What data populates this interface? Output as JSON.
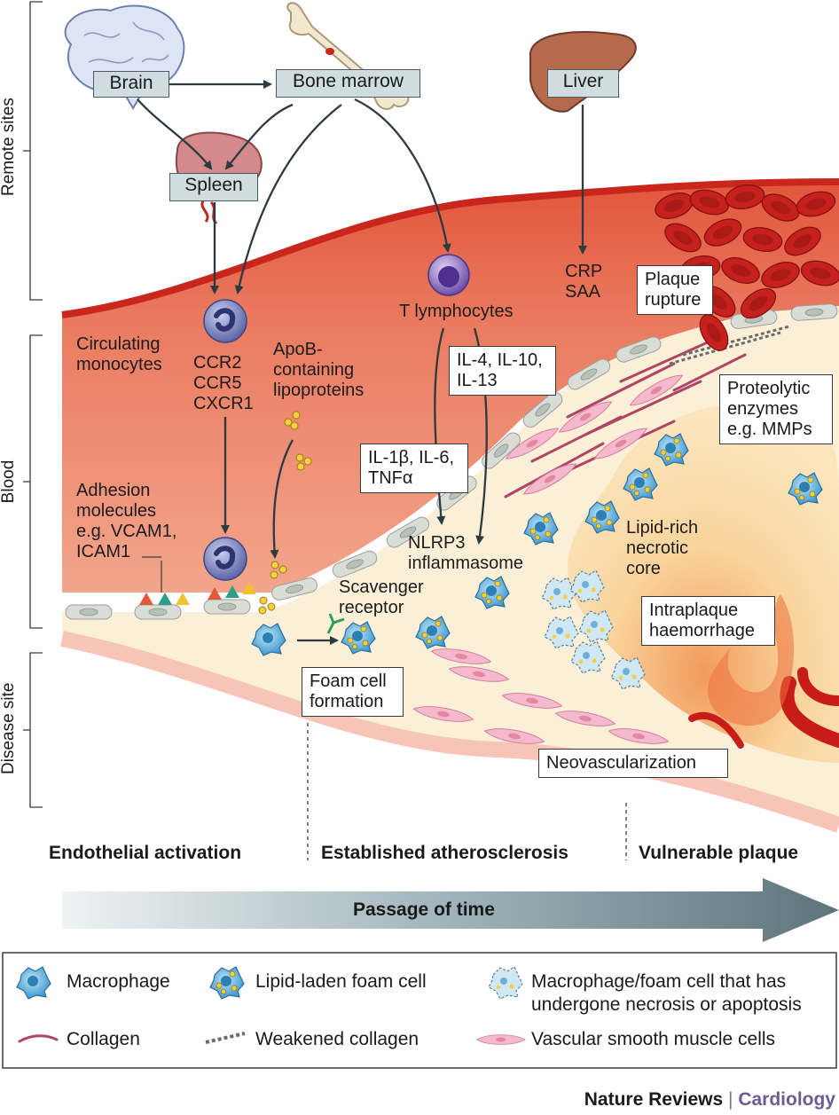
{
  "sites": {
    "remote": "Remote sites",
    "blood": "Blood",
    "disease": "Disease site"
  },
  "organs": {
    "brain": "Brain",
    "bone_marrow": "Bone marrow",
    "liver": "Liver",
    "spleen": "Spleen"
  },
  "labels": {
    "circulating_monocytes": "Circulating\nmonocytes",
    "receptors": "CCR2\nCCR5\nCXCR1",
    "apob": "ApoB-\ncontaining\nlipoproteins",
    "t_lymphocytes": "T lymphocytes",
    "crp_saa": "CRP\nSAA",
    "adhesion": "Adhesion\nmolecules\ne.g. VCAM1,\nICAM1",
    "scavenger": "Scavenger\nreceptor",
    "nlrp3": "NLRP3\ninflammasome",
    "lipid_core": "Lipid-rich\nnecrotic\ncore"
  },
  "boxes": {
    "plaque_rupture": "Plaque\nrupture",
    "anti_cytokines": "IL-4, IL-10,\nIL-13",
    "pro_cytokines": "IL-1β, IL-6,\nTNFα",
    "proteolytic": "Proteolytic\nenzymes\ne.g. MMPs",
    "intraplaque": "Intraplaque\nhaemorrhage",
    "foam_formation": "Foam cell\nformation",
    "neovascularization": "Neovascularization"
  },
  "stages": [
    "Endothelial activation",
    "Established atherosclerosis",
    "Vulnerable plaque"
  ],
  "time_arrow": "Passage of time",
  "legend": {
    "macrophage": "Macrophage",
    "foam_cell": "Lipid-laden foam cell",
    "necrotic": "Macrophage/foam cell that has\nundergone necrosis or apoptosis",
    "collagen": "Collagen",
    "weak_collagen": "Weakened collagen",
    "vsmc": "Vascular smooth muscle cells"
  },
  "credit": {
    "journal": "Nature Reviews",
    "separator": "|",
    "section": "Cardiology"
  },
  "colors": {
    "blood": "#e8765b",
    "blood_dark": "#d4442c",
    "plaque": "#fdf0d9",
    "cell_blue": "#4aa4d6",
    "vsmc": "#f3b8cc",
    "monocyte": "#7a86c4",
    "tlymph": "#8a6fc0",
    "box_grey": "#cfdde1",
    "arrow_grey": "#5c727a",
    "credit_purple": "#6b5c93"
  }
}
